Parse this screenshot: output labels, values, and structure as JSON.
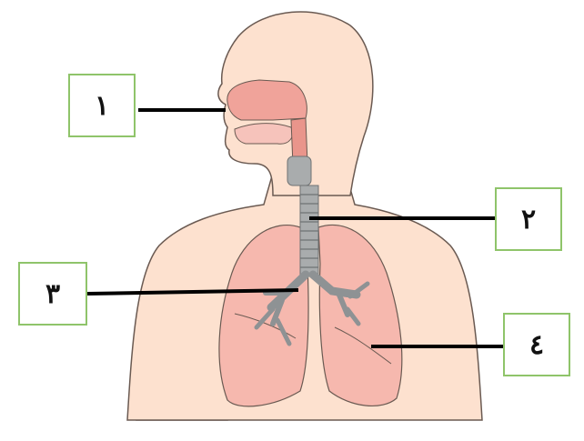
{
  "labels": [
    {
      "id": "1",
      "text": "١"
    },
    {
      "id": "2",
      "text": "٢"
    },
    {
      "id": "3",
      "text": "٣"
    },
    {
      "id": "4",
      "text": "٤"
    }
  ],
  "colors": {
    "skin": "#fde1cf",
    "skin_outline": "#6a5a52",
    "airway": "#f0a39a",
    "lung": "#f6b8ae",
    "lung_dark": "#e9958b",
    "trachea": "#a9acad",
    "trachea_dark": "#6e7274",
    "box_border": "#8fc46a",
    "leader_line": "#000000"
  }
}
